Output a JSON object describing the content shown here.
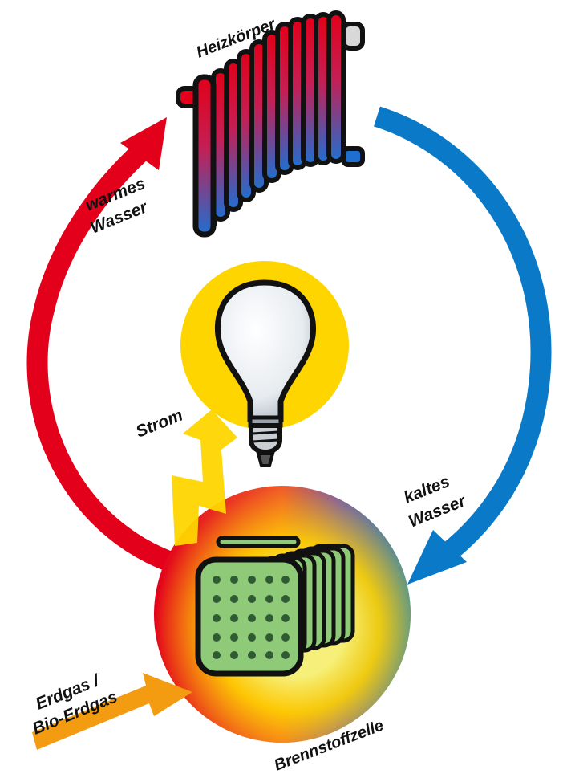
{
  "labels": {
    "radiator": "Heizkörper",
    "warm_water_1": "warmes",
    "warm_water_2": "Wasser",
    "cold_water_1": "kaltes",
    "cold_water_2": "Wasser",
    "power": "Strom",
    "gas_1": "Erdgas /",
    "gas_2": "Bio-Erdgas",
    "fuel_cell": "Brennstoffzelle"
  },
  "colors": {
    "warm": "#e2001a",
    "cold": "#0a7ac8",
    "power": "#ffd500",
    "gas": "#f39c12",
    "cell_green": "#8fca78"
  },
  "icons": {
    "radiator": "radiator-icon",
    "bulb": "light-bulb-icon",
    "fuel_cell": "fuel-cell-icon"
  }
}
